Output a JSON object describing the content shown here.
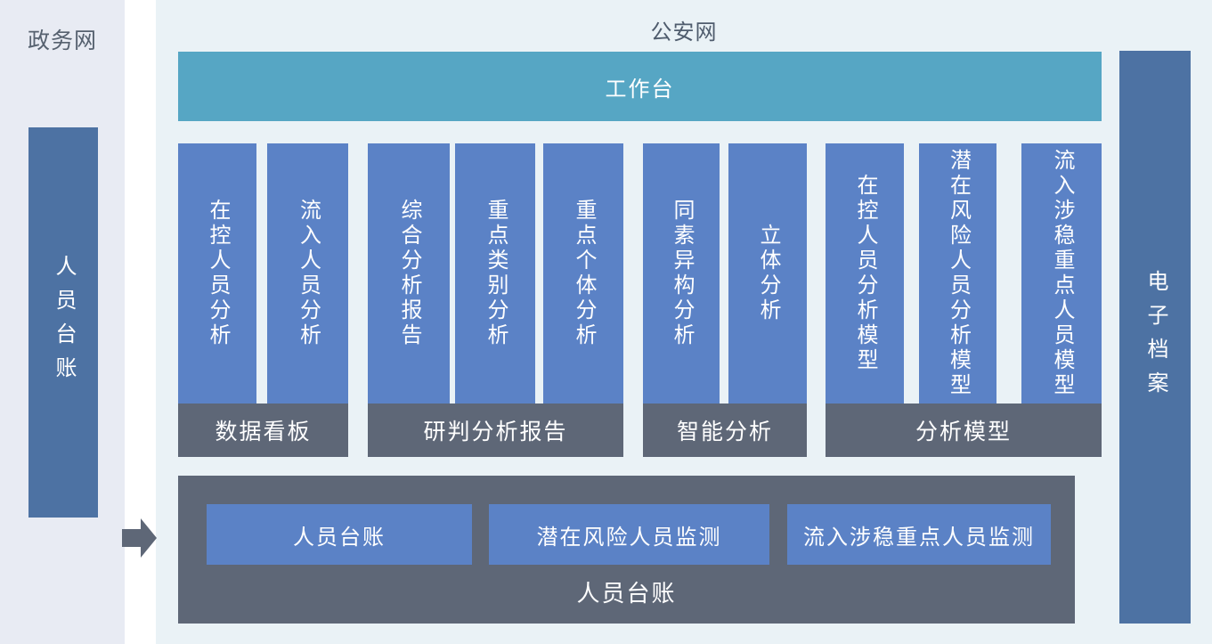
{
  "left_panel": {
    "title": "政务网",
    "bar_label": "人员台账"
  },
  "main": {
    "title": "公安网",
    "workbench_label": "工作台",
    "groups": [
      {
        "label": "数据看板",
        "columns": [
          "在控人员分析",
          "流入人员分析"
        ]
      },
      {
        "label": "研判分析报告",
        "columns": [
          "综合分析报告",
          "重点类别分析",
          "重点个体分析"
        ]
      },
      {
        "label": "智能分析",
        "columns": [
          "同素异构分析",
          "立体分析"
        ]
      },
      {
        "label": "分析模型",
        "columns": [
          "在控人员分析模型",
          "潜在风险人员分析模型",
          "流入涉稳重点人员模型"
        ]
      }
    ],
    "bottom_panel": {
      "label": "人员台账",
      "buttons": [
        "人员台账",
        "潜在风险人员监测",
        "流入涉稳重点人员监测"
      ]
    }
  },
  "right_bar": {
    "label": "电子档案"
  },
  "icons": {
    "flow_arrow": "right-block-arrow"
  },
  "colors": {
    "gov_panel_bg": "#e8ebf3",
    "main_bg": "#eaf2f6",
    "workbench_teal": "#56a6c4",
    "module_column_blue": "#5b82c6",
    "side_bar_blue": "#4d72a3",
    "group_bar_gray": "#5e6777",
    "title_text": "#4f5c6d",
    "module_text": "#ffffff"
  }
}
